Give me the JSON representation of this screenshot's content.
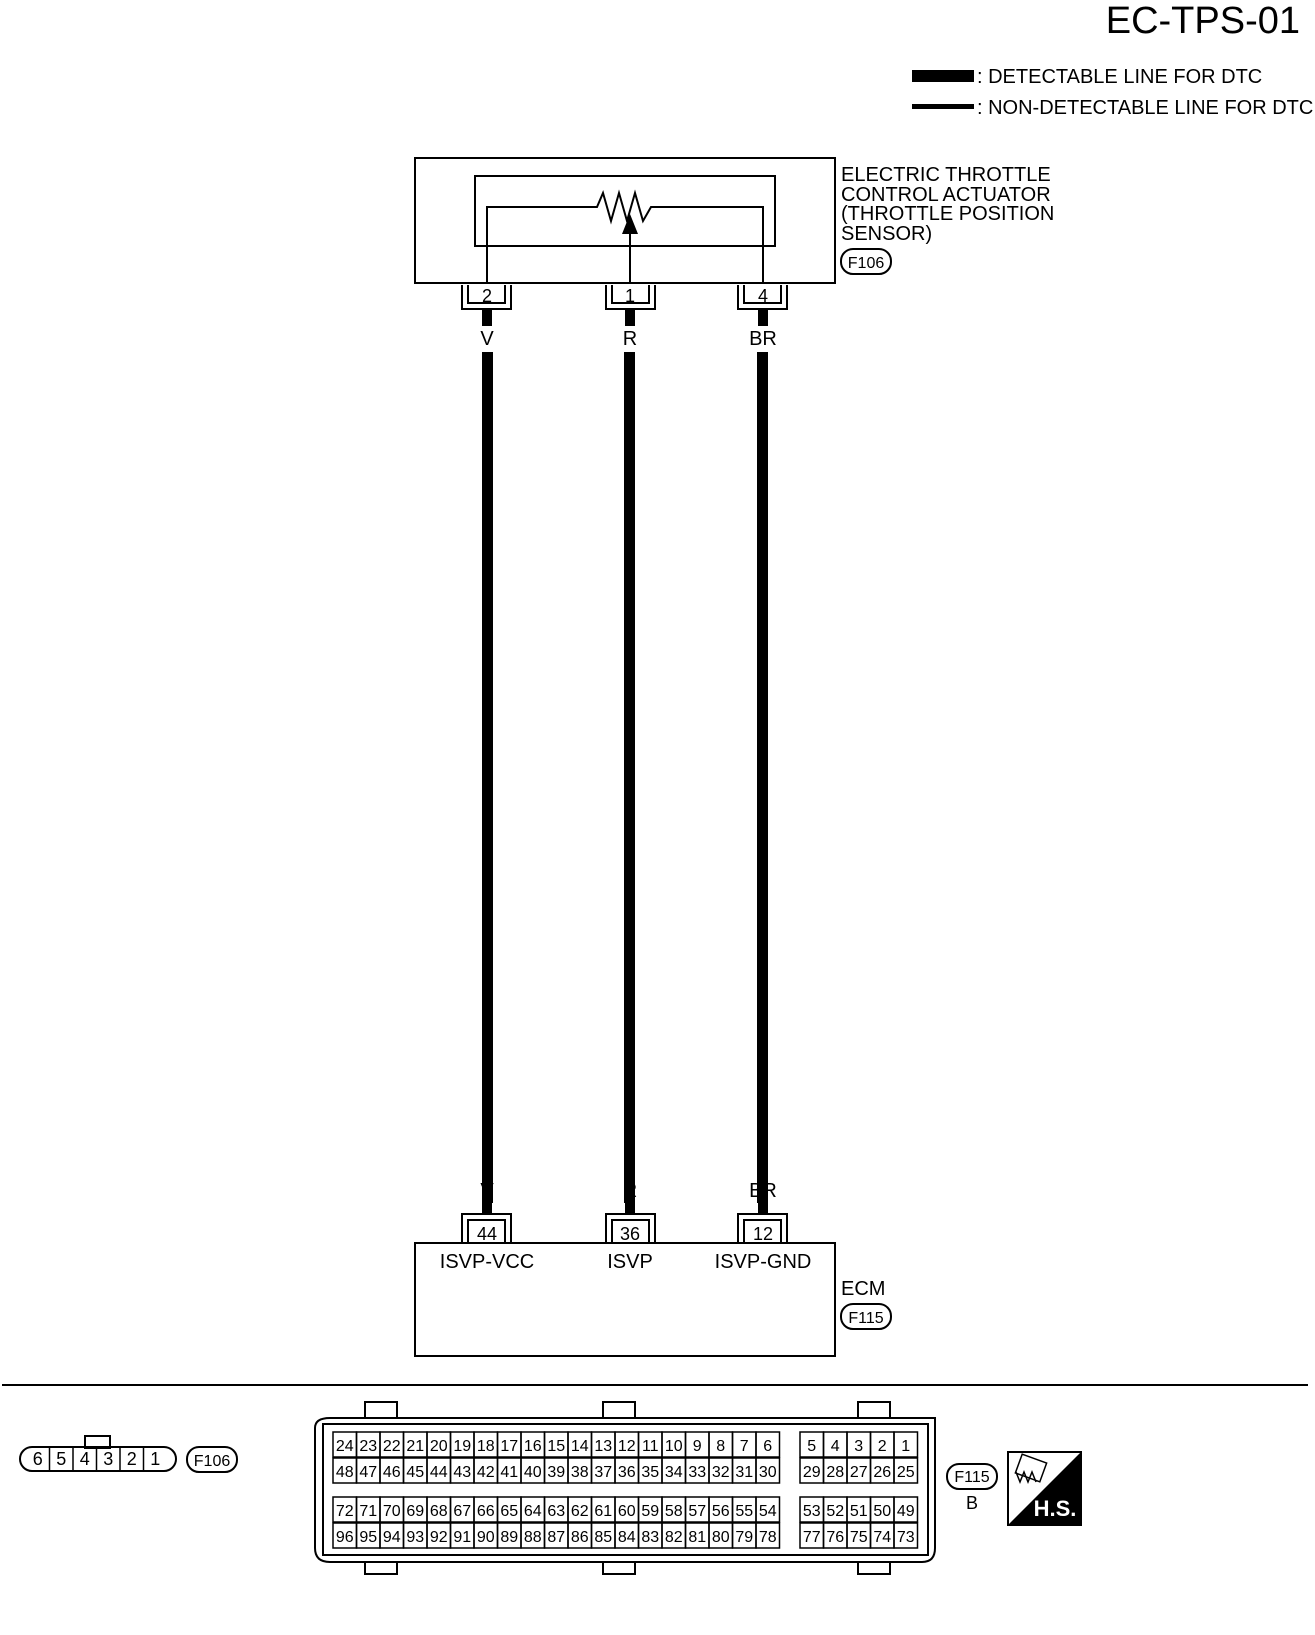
{
  "diagram_id": "EC-TPS-01",
  "legend": {
    "detectable": ": DETECTABLE LINE FOR DTC",
    "non_detectable": ": NON-DETECTABLE LINE FOR DTC"
  },
  "sensor": {
    "lines": [
      "ELECTRIC THROTTLE",
      "CONTROL ACTUATOR",
      "(THROTTLE POSITION",
      "SENSOR)"
    ],
    "connector": "F106",
    "pins": [
      "2",
      "1",
      "4"
    ]
  },
  "wires": [
    {
      "color": "V",
      "sensor_pin": "2",
      "ecm_pin": "44",
      "ecm_label": "ISVP-VCC"
    },
    {
      "color": "R",
      "sensor_pin": "1",
      "ecm_pin": "36",
      "ecm_label": "ISVP"
    },
    {
      "color": "BR",
      "sensor_pin": "4",
      "ecm_pin": "12",
      "ecm_label": "ISVP-GND"
    }
  ],
  "ecm": {
    "name": "ECM",
    "connector": "F115",
    "connector_color": "B"
  },
  "f106_face": {
    "label": "F106",
    "pins": [
      "6",
      "5",
      "4",
      "3",
      "2",
      "1"
    ]
  },
  "f115_face": {
    "label": "F115",
    "color": "B",
    "rows": [
      [
        "24",
        "23",
        "22",
        "21",
        "20",
        "19",
        "18",
        "17",
        "16",
        "15",
        "14",
        "13",
        "12",
        "11",
        "10",
        "9",
        "8",
        "7",
        "6"
      ],
      [
        "48",
        "47",
        "46",
        "45",
        "44",
        "43",
        "42",
        "41",
        "40",
        "39",
        "38",
        "37",
        "36",
        "35",
        "34",
        "33",
        "32",
        "31",
        "30"
      ],
      [
        "72",
        "71",
        "70",
        "69",
        "68",
        "67",
        "66",
        "65",
        "64",
        "63",
        "62",
        "61",
        "60",
        "59",
        "58",
        "57",
        "56",
        "55",
        "54"
      ],
      [
        "96",
        "95",
        "94",
        "93",
        "92",
        "91",
        "90",
        "89",
        "88",
        "87",
        "86",
        "85",
        "84",
        "83",
        "82",
        "81",
        "80",
        "79",
        "78"
      ]
    ],
    "right_rows": [
      [
        "5",
        "4",
        "3",
        "2",
        "1"
      ],
      [
        "29",
        "28",
        "27",
        "26",
        "25"
      ],
      [
        "53",
        "52",
        "51",
        "50",
        "49"
      ],
      [
        "77",
        "76",
        "75",
        "74",
        "73"
      ]
    ]
  },
  "hs_badge": "H.S."
}
